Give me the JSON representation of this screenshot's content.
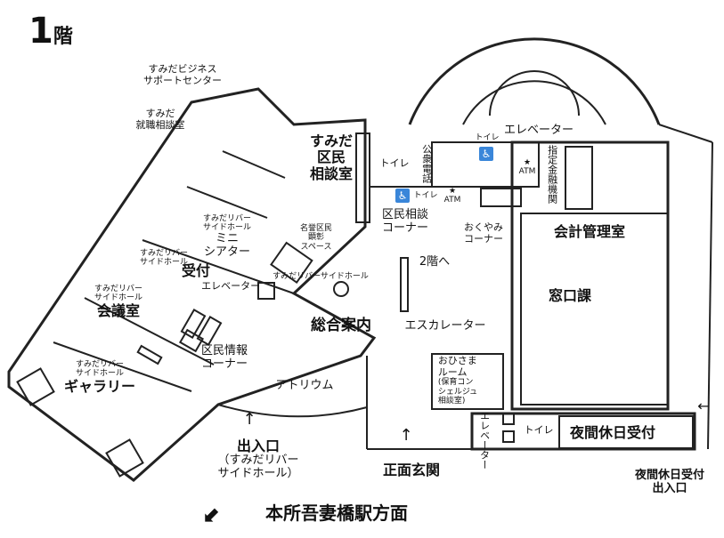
{
  "floor": {
    "number": "1",
    "suffix": "階"
  },
  "rooms": {
    "business_support": [
      "すみだビジネス",
      "サポートセンター"
    ],
    "job_consult": [
      "すみだ",
      "就職相談室"
    ],
    "citizen_consult_room": [
      "すみだ",
      "区民",
      "相談室"
    ],
    "toilet_1": "トイレ",
    "public_phone": "公衆電話",
    "toilet_2": "トイレ",
    "toilet_3": "トイレ",
    "elevator_main": "エレベーター",
    "atm_1": "ATM",
    "atm_2": "ATM",
    "designated_bank": "指定金融機関",
    "citizen_consult_corner": [
      "区民相談",
      "コーナー"
    ],
    "condolence_corner": [
      "おくやみ",
      "コーナー"
    ],
    "accounting_office": "会計管理室",
    "mini_theater": [
      "すみだリバー",
      "サイドホール",
      "ミニ",
      "シアター"
    ],
    "honorary_citizen": [
      "名誉区民",
      "顕彰",
      "スペース"
    ],
    "reception": "受付",
    "hall_elevator": [
      "すみだリバーサイドホール",
      "エレベーター"
    ],
    "to_2f": "2階へ",
    "service_counter": "窓口課",
    "hall_label": [
      "すみだリバー",
      "サイドホール"
    ],
    "meeting_room": [
      "すみだリバー",
      "サイドホール",
      "会議室"
    ],
    "information": "総合案内",
    "escalator": "エスカレーター",
    "citizen_info": [
      "区民情報",
      "コーナー"
    ],
    "gallery": [
      "すみだリバー",
      "サイドホール",
      "ギャラリー"
    ],
    "atrium": "アトリウム",
    "ohisama_room": [
      "おひさま",
      "ルーム",
      "(保育コン",
      "シェルジュ",
      "相談室)"
    ],
    "elevator_small": "エレベーター",
    "toilet_4": "トイレ",
    "night_reception": "夜間休日受付"
  },
  "entrances": {
    "hall_entrance": [
      "出入口",
      "（すみだリバー",
      "サイドホール）"
    ],
    "main_entrance": "正面玄関",
    "night_entrance": [
      "夜間休日受付",
      "出入口"
    ]
  },
  "direction": "本所吾妻橋駅方面",
  "icons": {
    "wheelchair": "wheelchair-icon",
    "star": "star-icon",
    "arrow": "arrow-down-left-icon"
  },
  "colors": {
    "accessible": "#3a86d9",
    "lines": "#222222"
  }
}
